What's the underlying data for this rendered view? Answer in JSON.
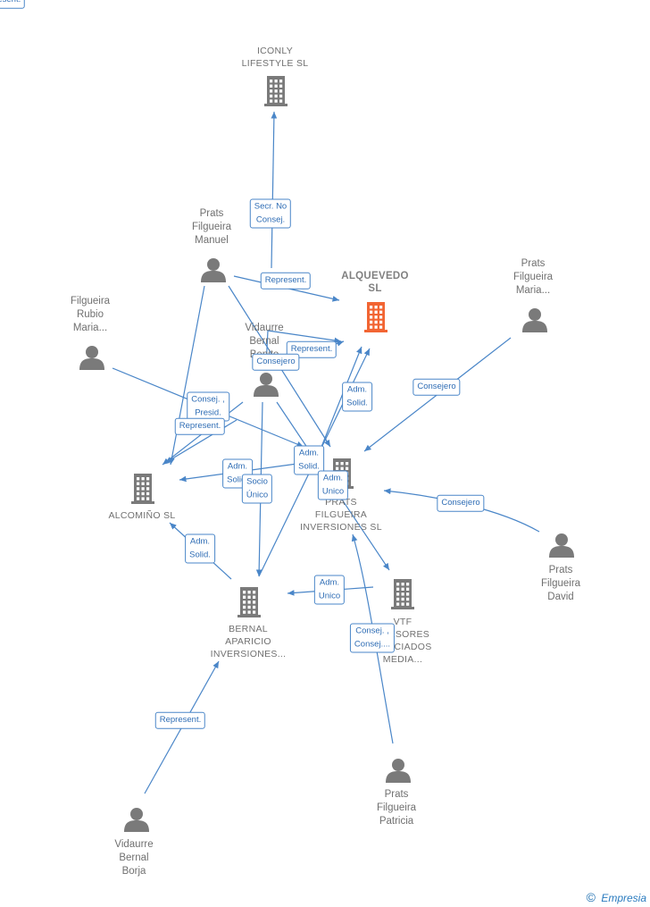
{
  "colors": {
    "edge": "#4a86c8",
    "icon": "#7a7a7a",
    "focus": "#f26533",
    "edge_text": "#2f6db5"
  },
  "nodes": {
    "iconly": {
      "label": "ICONLY\nLIFESTYLE  SL",
      "type": "company"
    },
    "alquevedo": {
      "label": "ALQUEVEDO\nSL",
      "type": "company-focus"
    },
    "alcomino": {
      "label": "ALCOMIÑO  SL",
      "type": "company"
    },
    "prats_filgueira_inv": {
      "label": "PRATS\nFILGUEIRA\nINVERSIONES SL",
      "type": "company"
    },
    "bernal_aparicio": {
      "label": "BERNAL\nAPARICIO\nINVERSIONES...",
      "type": "company"
    },
    "vtf": {
      "label": "VTF\nASESORES\nASOCIADOS\nMEDIA...",
      "type": "company"
    },
    "prats_manuel": {
      "label": "Prats\nFilgueira\nManuel",
      "type": "person"
    },
    "prats_maria": {
      "label": "Prats\nFilgueira\nMaria...",
      "type": "person"
    },
    "filgueira_rubio": {
      "label": "Filgueira\nRubio\nMaria...",
      "type": "person"
    },
    "vidaurre_benito": {
      "label": "Vidaurre\nBernal\nBenito",
      "type": "person"
    },
    "prats_david": {
      "label": "Prats\nFilgueira\nDavid",
      "type": "person"
    },
    "prats_patricia": {
      "label": "Prats\nFilgueira\nPatricia",
      "type": "person"
    },
    "vidaurre_borja": {
      "label": "Vidaurre\nBernal\nBorja",
      "type": "person"
    }
  },
  "edges": [
    {
      "from": "prats_manuel",
      "to": "iconly",
      "label": "Secr.  No\nConsej."
    },
    {
      "from": "prats_manuel",
      "to": "alquevedo",
      "label": "Represent."
    },
    {
      "from": "prats_manuel",
      "to": "alcomino",
      "label": ""
    },
    {
      "from": "prats_manuel",
      "to": "prats_filgueira_inv",
      "label": ""
    },
    {
      "from": "vidaurre_benito",
      "to": "alquevedo",
      "label": "Represent."
    },
    {
      "from": "vidaurre_benito",
      "to": "alquevedo",
      "label": "Consejero"
    },
    {
      "from": "filgueira_rubio",
      "to": "prats_filgueira_inv",
      "label": "Represent."
    },
    {
      "from": "vidaurre_benito",
      "to": "alcomino",
      "label": "Consej. ,\nPresid."
    },
    {
      "from": "vidaurre_benito",
      "to": "alcomino",
      "label": "Represent."
    },
    {
      "from": "prats_filgueira_inv",
      "to": "alquevedo",
      "label": "Adm.\nSolid."
    },
    {
      "from": "prats_maria",
      "to": "prats_filgueira_inv",
      "label": "Consejero"
    },
    {
      "from": "prats_filgueira_inv",
      "to": "alcomino",
      "label": "Adm.\nSolid."
    },
    {
      "from": "vidaurre_benito",
      "to": "bernal_aparicio",
      "label": "Socio\nÚnico"
    },
    {
      "from": "bernal_aparicio",
      "to": "alquevedo",
      "label": "Adm.\nSolid."
    },
    {
      "from": "vidaurre_benito",
      "to": "vtf",
      "label": "Adm.\nUnico"
    },
    {
      "from": "prats_david",
      "to": "prats_filgueira_inv",
      "label": "Consejero"
    },
    {
      "from": "bernal_aparicio",
      "to": "alcomino",
      "label": "Adm.\nSolid."
    },
    {
      "from": "vtf",
      "to": "bernal_aparicio",
      "label": "Adm.\nUnico"
    },
    {
      "from": "prats_patricia",
      "to": "prats_filgueira_inv",
      "label": "Consej. ,\nConsej...."
    },
    {
      "from": "vidaurre_borja",
      "to": "bernal_aparicio",
      "label": "Represent."
    }
  ],
  "footer": {
    "copyright": "©",
    "brand": "Empresia"
  }
}
